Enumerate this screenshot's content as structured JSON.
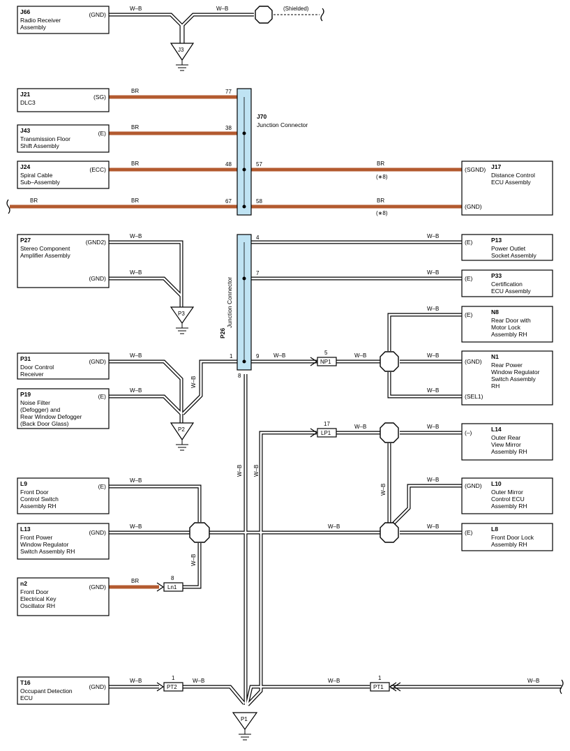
{
  "components": {
    "J66": {
      "code": "J66",
      "name": [
        "Radio Receiver",
        "Assembly"
      ],
      "pins": [
        "(GND)"
      ]
    },
    "J21": {
      "code": "J21",
      "name": [
        "DLC3"
      ],
      "pins": [
        "(SG)"
      ]
    },
    "J43": {
      "code": "J43",
      "name": [
        "Transmission Floor",
        "Shift Assembly"
      ],
      "pins": [
        "(E)"
      ]
    },
    "J24": {
      "code": "J24",
      "name": [
        "Spiral Cable",
        "Sub–Assembly"
      ],
      "pins": [
        "(ECC)"
      ]
    },
    "J17": {
      "code": "J17",
      "name": [
        "Distance Control",
        "ECU Assembly"
      ],
      "pins": [
        "(SGND)",
        "(GND)"
      ]
    },
    "P27": {
      "code": "P27",
      "name": [
        "Stereo Component",
        "Amplifier Assembly"
      ],
      "pins": [
        "(GND2)",
        "(GND)"
      ]
    },
    "P13": {
      "code": "P13",
      "name": [
        "Power Outlet",
        "Socket Assembly"
      ],
      "pins": [
        "(E)"
      ]
    },
    "P33": {
      "code": "P33",
      "name": [
        "Certification",
        "ECU Assembly"
      ],
      "pins": [
        "(E)"
      ]
    },
    "N8": {
      "code": "N8",
      "name": [
        "Rear Door with",
        "Motor Lock",
        "Assembly RH"
      ],
      "pins": [
        "(E)"
      ]
    },
    "P31": {
      "code": "P31",
      "name": [
        "Door Control",
        "Receiver"
      ],
      "pins": [
        "(GND)"
      ]
    },
    "N1": {
      "code": "N1",
      "name": [
        "Rear Power",
        "Window Regulator",
        "Switch Assembly",
        "RH"
      ],
      "pins": [
        "(GND)",
        "(SEL1)"
      ]
    },
    "P19": {
      "code": "P19",
      "name": [
        "Noise Filter",
        "(Defogger) and",
        "Rear Window Defogger",
        "(Back Door Glass)"
      ],
      "pins": [
        "(E)"
      ]
    },
    "L14": {
      "code": "L14",
      "name": [
        "Outer Rear",
        "View Mirror",
        "Assembly RH"
      ],
      "pins": [
        "(–)"
      ]
    },
    "L9": {
      "code": "L9",
      "name": [
        "Front Door",
        "Control Switch",
        "Assembly RH"
      ],
      "pins": [
        "(E)"
      ]
    },
    "L10": {
      "code": "L10",
      "name": [
        "Outer Mirror",
        "Control ECU",
        "Assembly RH"
      ],
      "pins": [
        "(GND)"
      ]
    },
    "L13": {
      "code": "L13",
      "name": [
        "Front Power",
        "Window Regulator",
        "Switch Assembly RH"
      ],
      "pins": [
        "(GND)"
      ]
    },
    "L8": {
      "code": "L8",
      "name": [
        "Front Door Lock",
        "Assembly RH"
      ],
      "pins": [
        "(E)"
      ]
    },
    "n2": {
      "code": "n2",
      "name": [
        "Front Door",
        "Electrical Key",
        "Oscillator RH"
      ],
      "pins": [
        "(GND)"
      ]
    },
    "T16": {
      "code": "T16",
      "name": [
        "Occupant Detection",
        "ECU"
      ],
      "pins": [
        "(GND)"
      ]
    }
  },
  "junctions": {
    "J70": {
      "code": "J70",
      "name": "Junction Connector",
      "pins": [
        "77",
        "38",
        "48",
        "67",
        "57",
        "58"
      ]
    },
    "P26": {
      "code": "P26",
      "name": "Junction Connector",
      "pins": [
        "4",
        "7",
        "1",
        "9",
        "8"
      ]
    }
  },
  "grounds": [
    "J3",
    "P3",
    "P2",
    "P1"
  ],
  "inline_connectors": [
    {
      "id": "NP1",
      "pin": "5"
    },
    {
      "id": "LP1",
      "pin": "17"
    },
    {
      "id": "Ln1",
      "pin": "8"
    },
    {
      "id": "PT2",
      "pin": "1"
    },
    {
      "id": "PT1",
      "pin": "1"
    }
  ],
  "wire_colors": {
    "W–B": "#ffffff",
    "BR": "#b35a2f"
  },
  "wire_labels": {
    "wb": "W–B",
    "br": "BR",
    "note8": "(∗8)",
    "shielded": "(Shielded)"
  },
  "colors": {
    "brown": "#b35a2f",
    "junction_fill": "#bfe3f3",
    "line": "#000000"
  }
}
